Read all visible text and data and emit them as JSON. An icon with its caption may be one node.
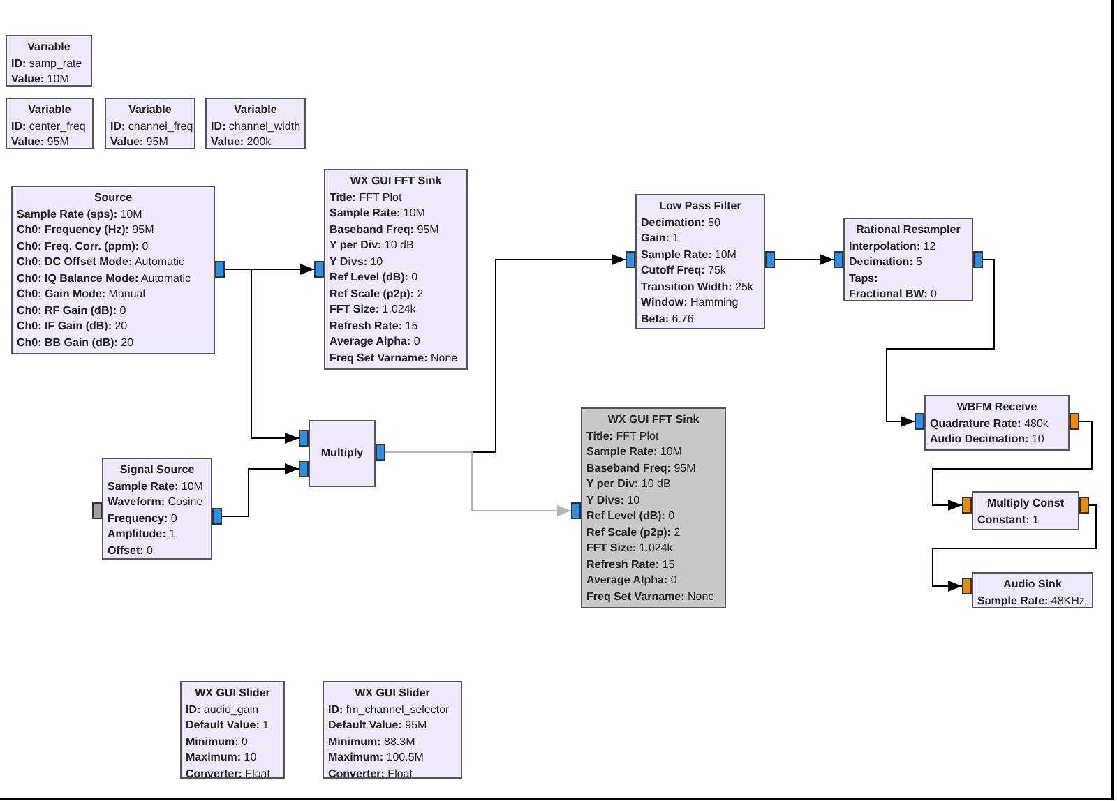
{
  "diagram": {
    "nodes": [
      {
        "text": [
          "Variable",
          "**ID:** samp_rate",
          "**Value:** 10M"
        ]
      },
      {
        "text": [
          "Variable",
          "**ID:** center_freq",
          "**Value:** 95M"
        ]
      },
      {
        "text": [
          "Variable",
          "**ID:** channel_freq",
          "**Value:** 95M"
        ]
      },
      {
        "text": [
          "Variable",
          "**ID:** channel_width",
          "**Value:** 200k"
        ]
      },
      {
        "text": [
          "Source",
          "**Sample Rate (sps):** 10M",
          "**Ch0: Frequency (Hz):** 95M",
          "**Ch0: Freq. Corr. (ppm):** 0",
          "**Ch0: DC Offset Mode:** Automatic",
          "**Ch0: IQ Balance Mode:** Automatic",
          "**Ch0: Gain Mode:** Manual",
          "**Ch0: RF Gain (dB):** 0",
          "**Ch0: IF Gain (dB):** 20",
          "**Ch0: BB Gain (dB):** 20"
        ]
      },
      {
        "text": [
          "WX GUI FFT Sink",
          "**Title:** FFT Plot",
          "**Sample Rate:** 10M",
          "**Baseband Freq:** 95M",
          "**Y per Div:** 10 dB",
          "**Y Divs:** 10",
          "**Ref Level (dB):** 0",
          "**Ref Scale (p2p):** 2",
          "**FFT Size:** 1.024k",
          "**Refresh Rate:** 15",
          "**Average Alpha:** 0",
          "**Freq Set Varname:** None"
        ]
      },
      {
        "text": [
          "Low Pass Filter",
          "**Decimation:** 50",
          "**Gain:** 1",
          "**Sample Rate:** 10M",
          "**Cutoff Freq:** 75k",
          "**Transition Width:** 25k",
          "**Window:** Hamming",
          "**Beta:** 6.76"
        ]
      },
      {
        "text": [
          "Rational Resampler",
          "**Interpolation:** 12",
          "**Decimation:** 5",
          "**Taps:**",
          "**Fractional BW:** 0"
        ]
      },
      {
        "text": [
          "WBFM Receive",
          "**Quadrature Rate:** 480k",
          "**Audio Decimation:** 10"
        ]
      },
      {
        "text": [
          "Multiply Const",
          "**Constant:** 1"
        ]
      },
      {
        "text": [
          "Audio Sink",
          "**Sample Rate:** 48KHz"
        ]
      },
      {
        "text": [
          "Multiply"
        ]
      },
      {
        "text": [
          "Signal Source",
          "**Sample Rate:** 10M",
          "**Waveform:** Cosine",
          "**Frequency:** 0",
          "**Amplitude:** 1",
          "**Offset:** 0"
        ]
      },
      {
        "text": [
          "WX GUI FFT Sink",
          "**Title:** FFT Plot",
          "**Sample Rate:** 10M",
          "**Baseband Freq:** 95M",
          "**Y per Div:** 10 dB",
          "**Y Divs:** 10",
          "**Ref Level (dB):** 0",
          "**Ref Scale (p2p):** 2",
          "**FFT Size:** 1.024k",
          "**Refresh Rate:** 15",
          "**Average Alpha:** 0",
          "**Freq Set Varname:** None"
        ]
      },
      {
        "text": [
          "WX GUI Slider",
          "**ID:** audio_gain",
          "**Default Value:** 1",
          "**Minimum:** 0",
          "**Maximum:** 10",
          "**Converter:** Float"
        ]
      },
      {
        "text": [
          "WX GUI Slider",
          "**ID:** fm_channel_selector",
          "**Default Value:** 95M",
          "**Minimum:** 88.3M",
          "**Maximum:** 100.5M",
          "**Converter:** Float"
        ]
      }
    ],
    "edges": [
      {
        "from": 4,
        "to": 5,
        "arrow": "to"
      },
      {
        "from": 4,
        "to": 11,
        "arrow": "to"
      },
      {
        "from": 12,
        "to": 11,
        "arrow": "to"
      },
      {
        "from": 11,
        "to": 6,
        "arrow": "to"
      },
      {
        "from": 11,
        "to": 13,
        "arrow": "to",
        "color": "#b4b4b4"
      },
      {
        "from": 6,
        "to": 7,
        "arrow": "to"
      },
      {
        "from": 7,
        "to": 8,
        "arrow": "to"
      },
      {
        "from": 8,
        "to": 9,
        "arrow": "to"
      },
      {
        "from": 9,
        "to": 10,
        "arrow": "to"
      }
    ]
  }
}
